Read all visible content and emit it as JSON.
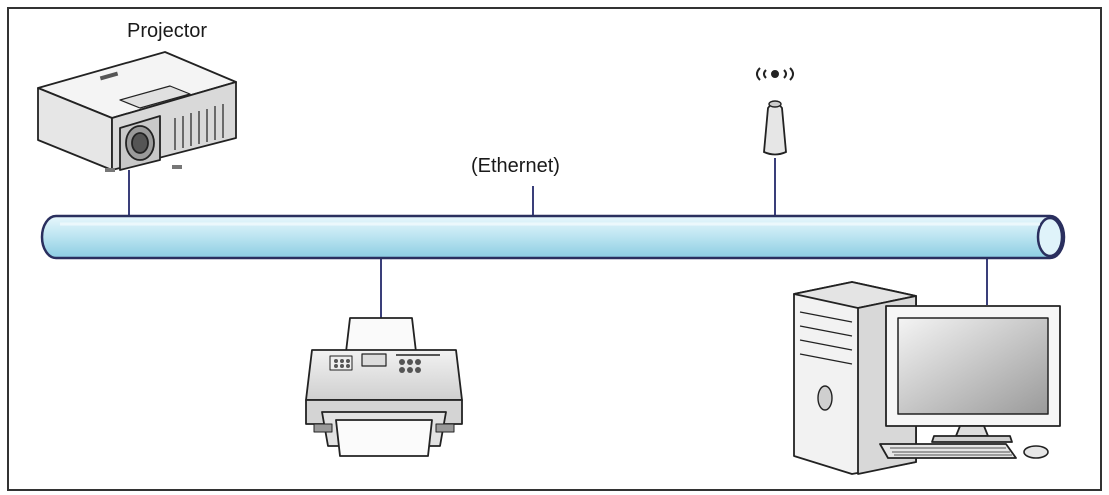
{
  "labels": {
    "projector": "Projector",
    "ethernet": "(Ethernet)"
  },
  "colors": {
    "cable_fill": "#bfe6f2",
    "cable_highlight": "#e8f7fc",
    "cable_outline": "#2a2f5e",
    "connector_line": "#3a3f7a",
    "frame": "#333333"
  },
  "devices": [
    {
      "name": "projector",
      "icon": "projector-icon"
    },
    {
      "name": "wireless-access-point",
      "icon": "antenna-icon"
    },
    {
      "name": "printer",
      "icon": "printer-icon"
    },
    {
      "name": "desktop-computer",
      "icon": "computer-icon"
    }
  ]
}
